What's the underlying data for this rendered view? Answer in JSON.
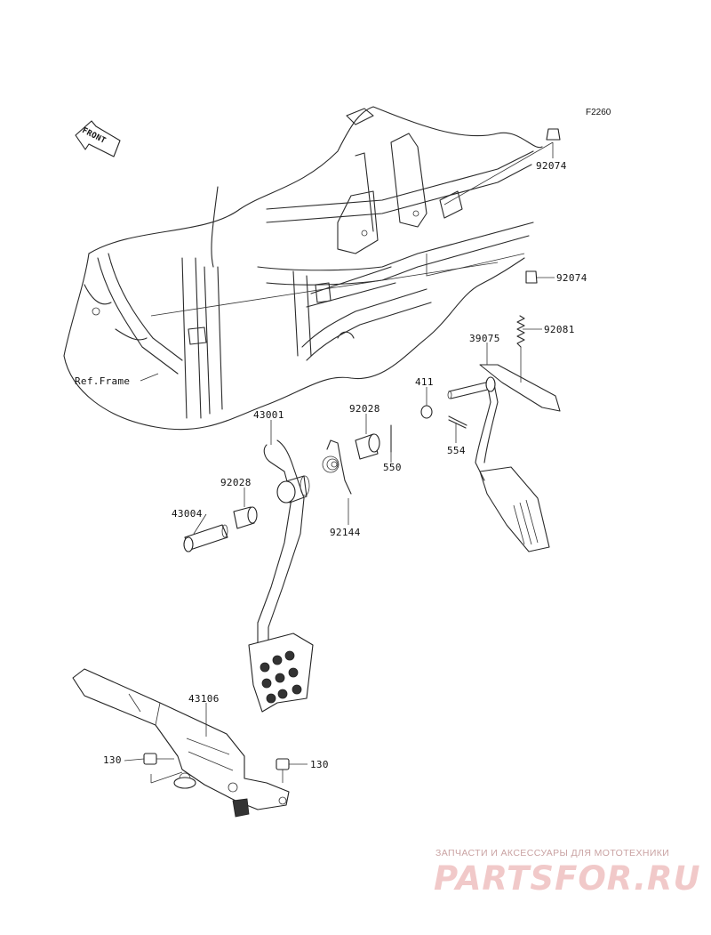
{
  "diagram_code": "F2260",
  "front_label": "FRONT",
  "ref_frame_label": "Ref.Frame",
  "parts": [
    {
      "id": "92074-top",
      "number": "92074"
    },
    {
      "id": "92074-mid",
      "number": "92074"
    },
    {
      "id": "92081",
      "number": "92081"
    },
    {
      "id": "39075",
      "number": "39075"
    },
    {
      "id": "411",
      "number": "411"
    },
    {
      "id": "554",
      "number": "554"
    },
    {
      "id": "92028-a",
      "number": "92028"
    },
    {
      "id": "550",
      "number": "550"
    },
    {
      "id": "43001",
      "number": "43001"
    },
    {
      "id": "92028-b",
      "number": "92028"
    },
    {
      "id": "43004",
      "number": "43004"
    },
    {
      "id": "92144",
      "number": "92144"
    },
    {
      "id": "43106",
      "number": "43106"
    },
    {
      "id": "130-left",
      "number": "130"
    },
    {
      "id": "130-right",
      "number": "130"
    }
  ],
  "watermark": {
    "tagline": "ЗАПЧАСТИ И АКСЕССУАРЫ ДЛЯ МОТОТЕХНИКИ",
    "brand": "PARTSFOR.RU"
  }
}
